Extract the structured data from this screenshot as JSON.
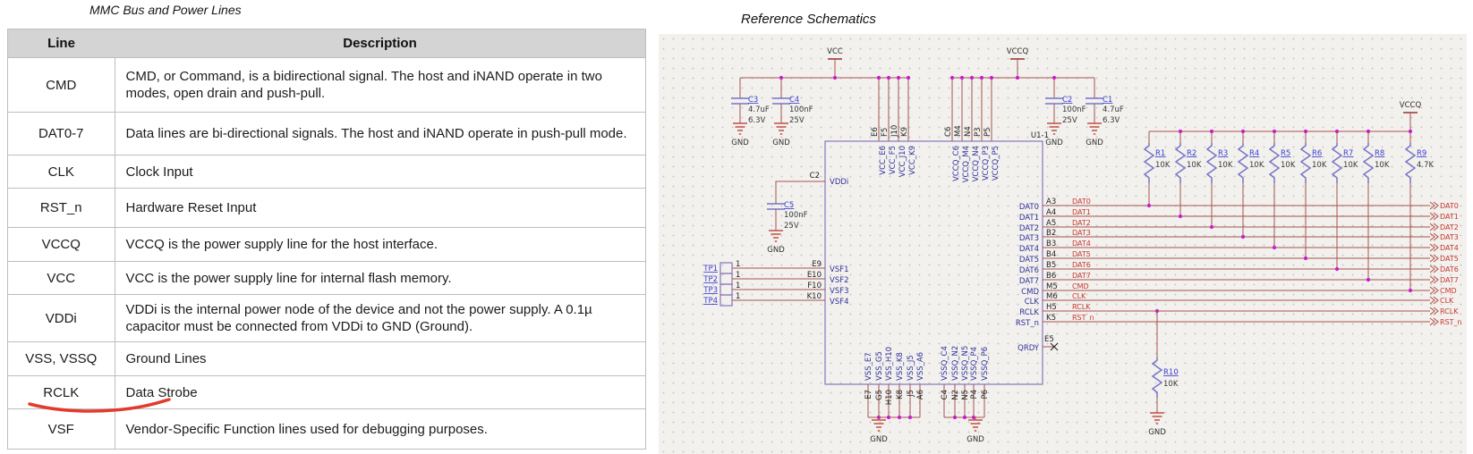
{
  "palette": {
    "accent_red": "#e23b2e",
    "header_bg": "#d4d4d4",
    "wire": "#a5524e",
    "chip_outline": "#8a76b8",
    "component_glyph": "#7774c4",
    "ref_text": "#3d3dd0",
    "net_label": "#c9362f",
    "junction_dot": "#ca1dca",
    "pin_name": "#30309a"
  },
  "table": {
    "title": "MMC Bus and Power Lines",
    "columns": [
      "Line",
      "Description"
    ],
    "rows": [
      {
        "line": "CMD",
        "desc": "CMD, or Command, is a bidirectional signal. The host and iNAND operate in two modes, open drain and push-pull."
      },
      {
        "line": "DAT0-7",
        "desc": "Data lines are bi-directional signals. The host and iNAND operate in push-pull mode."
      },
      {
        "line": "CLK",
        "desc": "Clock Input"
      },
      {
        "line": "RST_n",
        "desc": "Hardware Reset Input"
      },
      {
        "line": "VCCQ",
        "desc": "VCCQ is the power supply line for the host interface."
      },
      {
        "line": "VCC",
        "desc": "VCC is the power supply line for internal flash memory."
      },
      {
        "line": "VDDi",
        "desc": "VDDi is the internal power node of the device and not the power supply. A 0.1µ capacitor must be connected from VDDi to GND (Ground)."
      },
      {
        "line": "VSS, VSSQ",
        "desc": "Ground Lines"
      },
      {
        "line": "RCLK",
        "desc": "Data Strobe"
      },
      {
        "line": "VSF",
        "desc": "Vendor-Specific Function lines used for debugging purposes."
      }
    ],
    "annotation": {
      "type": "red_underline",
      "target_row": "RCLK"
    }
  },
  "schematic": {
    "title": "Reference Schematics",
    "chip_ref": "U1-1",
    "gnd_label": "GND",
    "vcc": {
      "label": "VCC",
      "pins": [
        {
          "num": "E6",
          "name": "VCC_E6"
        },
        {
          "num": "F5",
          "name": "VCC_F5"
        },
        {
          "num": "J10",
          "name": "VCC_J10"
        },
        {
          "num": "K9",
          "name": "VCC_K9"
        }
      ]
    },
    "vccq": {
      "label": "VCCQ",
      "pins": [
        {
          "num": "C6",
          "name": "VCCQ_C6"
        },
        {
          "num": "M4",
          "name": "VCCQ_M4"
        },
        {
          "num": "N4",
          "name": "VCCQ_N4"
        },
        {
          "num": "P3",
          "name": "VCCQ_P3"
        },
        {
          "num": "P5",
          "name": "VCCQ_P5"
        }
      ]
    },
    "vccq_pullup": "VCCQ",
    "caps": [
      {
        "ref": "C3",
        "v1": "4.7uF",
        "v2": "6.3V"
      },
      {
        "ref": "C4",
        "v1": "100nF",
        "v2": "25V"
      },
      {
        "ref": "C2",
        "v1": "100nF",
        "v2": "25V"
      },
      {
        "ref": "C1",
        "v1": "4.7uF",
        "v2": "6.3V"
      },
      {
        "ref": "C5",
        "v1": "100nF",
        "v2": "25V"
      }
    ],
    "resistors": [
      {
        "ref": "R1",
        "val": "10K"
      },
      {
        "ref": "R2",
        "val": "10K"
      },
      {
        "ref": "R3",
        "val": "10K"
      },
      {
        "ref": "R4",
        "val": "10K"
      },
      {
        "ref": "R5",
        "val": "10K"
      },
      {
        "ref": "R6",
        "val": "10K"
      },
      {
        "ref": "R7",
        "val": "10K"
      },
      {
        "ref": "R8",
        "val": "10K"
      },
      {
        "ref": "R9",
        "val": "4.7K"
      },
      {
        "ref": "R10",
        "val": "10K"
      }
    ],
    "vddi": {
      "num": "C2",
      "name": "VDDi"
    },
    "testpoints": [
      {
        "ref": "TP1",
        "pin": "1",
        "num": "E9",
        "name": "VSF1"
      },
      {
        "ref": "TP2",
        "pin": "1",
        "num": "E10",
        "name": "VSF2"
      },
      {
        "ref": "TP3",
        "pin": "1",
        "num": "F10",
        "name": "VSF3"
      },
      {
        "ref": "TP4",
        "pin": "1",
        "num": "K10",
        "name": "VSF4"
      }
    ],
    "right_pins": [
      {
        "num": "A3",
        "name": "DAT0",
        "net": "DAT0"
      },
      {
        "num": "A4",
        "name": "DAT1",
        "net": "DAT1"
      },
      {
        "num": "A5",
        "name": "DAT2",
        "net": "DAT2"
      },
      {
        "num": "B2",
        "name": "DAT3",
        "net": "DAT3"
      },
      {
        "num": "B3",
        "name": "DAT4",
        "net": "DAT4"
      },
      {
        "num": "B4",
        "name": "DAT5",
        "net": "DAT5"
      },
      {
        "num": "B5",
        "name": "DAT6",
        "net": "DAT6"
      },
      {
        "num": "B6",
        "name": "DAT7",
        "net": "DAT7"
      },
      {
        "num": "M5",
        "name": "CMD",
        "net": "CMD"
      },
      {
        "num": "M6",
        "name": "CLK",
        "net": "CLK"
      },
      {
        "num": "H5",
        "name": "RCLK",
        "net": "RCLK"
      },
      {
        "num": "K5",
        "name": "RST_n",
        "net": "RST_n"
      }
    ],
    "vss_pins": [
      {
        "num": "E7",
        "name": "VSS_E7"
      },
      {
        "num": "G5",
        "name": "VSS_G5"
      },
      {
        "num": "H10",
        "name": "VSS_H10"
      },
      {
        "num": "K8",
        "name": "VSS_K8"
      },
      {
        "num": "J5",
        "name": "VSS_J5"
      },
      {
        "num": "A6",
        "name": "VSS_A6"
      }
    ],
    "vssq_pins": [
      {
        "num": "C4",
        "name": "VSSQ_C4"
      },
      {
        "num": "N2",
        "name": "VSSQ_N2"
      },
      {
        "num": "N5",
        "name": "VSSQ_N5"
      },
      {
        "num": "P4",
        "name": "VSSQ_P4"
      },
      {
        "num": "P6",
        "name": "VSSQ_P6"
      }
    ],
    "qrdy": {
      "num": "E5",
      "name": "QRDY"
    }
  }
}
